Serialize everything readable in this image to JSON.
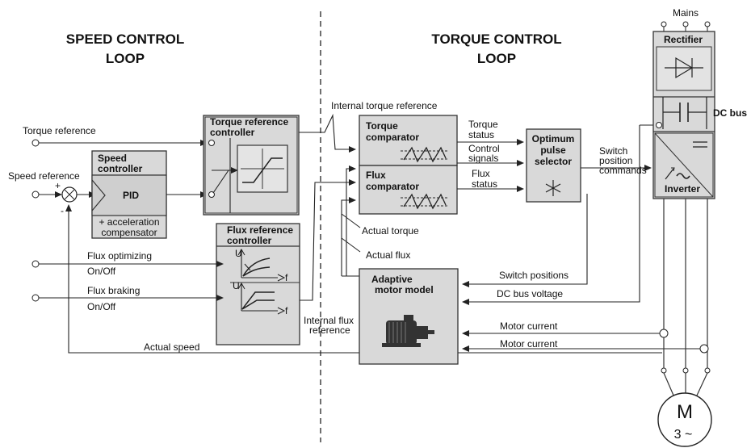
{
  "headings": {
    "speed_loop_line1": "SPEED CONTROL",
    "speed_loop_line2": "LOOP",
    "torque_loop_line1": "TORQUE CONTROL",
    "torque_loop_line2": "LOOP"
  },
  "inputs": {
    "torque_reference": "Torque reference",
    "speed_reference": "Speed reference",
    "flux_optimizing": "Flux optimizing",
    "flux_optimizing_onoff": "On/Off",
    "flux_braking": "Flux braking",
    "flux_braking_onoff": "On/Off",
    "actual_speed": "Actual speed",
    "plus": "+",
    "minus": "-"
  },
  "blocks": {
    "speed_controller_line1": "Speed",
    "speed_controller_line2": "controller",
    "pid": "PID",
    "accel_line1": "+ acceleration",
    "accel_line2": "compensator",
    "torque_ref_ctrl_line1": "Torque reference",
    "torque_ref_ctrl_line2": "controller",
    "flux_ref_ctrl_line1": "Flux reference",
    "flux_ref_ctrl_line2": "controller",
    "torque_comp_line1": "Torque",
    "torque_comp_line2": "comparator",
    "flux_comp_line1": "Flux",
    "flux_comp_line2": "comparator",
    "pulse_sel_line1": "Optimum",
    "pulse_sel_line2": "pulse",
    "pulse_sel_line3": "selector",
    "motor_model_line1": "Adaptive",
    "motor_model_line2": "motor model",
    "rectifier": "Rectifier",
    "dc_bus": "DC bus",
    "inverter": "Inverter",
    "mains": "Mains",
    "motor_m": "M",
    "motor_phase": "3 ~",
    "graph_u1": "U",
    "graph_f1": "f",
    "graph_u2": "U",
    "graph_f2": "f"
  },
  "signals": {
    "internal_torque_reference": "Internal torque reference",
    "torque_status_line1": "Torque",
    "torque_status_line2": "status",
    "control_signals_line1": "Control",
    "control_signals_line2": "signals",
    "flux_status_line1": "Flux",
    "flux_status_line2": "status",
    "switch_cmd_line1": "Switch",
    "switch_cmd_line2": "position",
    "switch_cmd_line3": "commands",
    "actual_torque": "Actual torque",
    "actual_flux": "Actual flux",
    "switch_positions": "Switch positions",
    "dc_bus_voltage": "DC bus voltage",
    "motor_current_1": "Motor current",
    "motor_current_2": "Motor current",
    "internal_flux_ref_line1": "Internal flux",
    "internal_flux_ref_line2": "reference"
  }
}
